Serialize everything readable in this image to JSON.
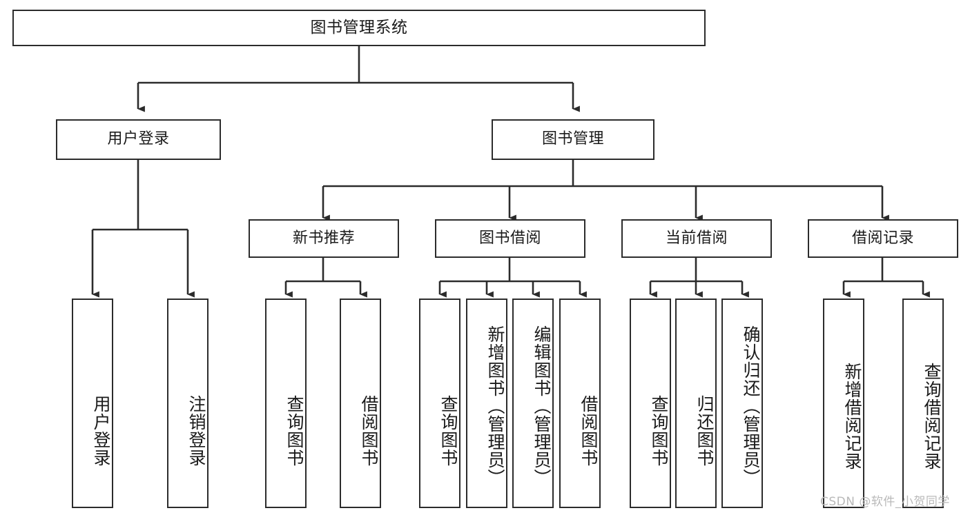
{
  "diagram": {
    "title": "图书管理系统",
    "type": "hierarchy-tree",
    "root": {
      "id": "root",
      "label": "图书管理系统"
    },
    "level2": [
      {
        "id": "user-login",
        "label": "用户登录"
      },
      {
        "id": "book-manage",
        "label": "图书管理"
      }
    ],
    "level3": [
      {
        "id": "new-book-recommend",
        "label": "新书推荐"
      },
      {
        "id": "book-borrow",
        "label": "图书借阅"
      },
      {
        "id": "current-borrow",
        "label": "当前借阅"
      },
      {
        "id": "borrow-record",
        "label": "借阅记录"
      }
    ],
    "leaves": [
      {
        "id": "leaf-user-login",
        "label": "用户登录",
        "parent": "user-login"
      },
      {
        "id": "leaf-user-logout",
        "label": "注销登录",
        "parent": "user-login"
      },
      {
        "id": "leaf-query-book-1",
        "label": "查询图书",
        "parent": "new-book-recommend"
      },
      {
        "id": "leaf-borrow-book-1",
        "label": "借阅图书",
        "parent": "new-book-recommend"
      },
      {
        "id": "leaf-query-book-2",
        "label": "查询图书",
        "parent": "book-borrow"
      },
      {
        "id": "leaf-add-book",
        "label": "新增图书（管理员）",
        "parent": "book-borrow"
      },
      {
        "id": "leaf-edit-book",
        "label": "编辑图书（管理员）",
        "parent": "book-borrow"
      },
      {
        "id": "leaf-borrow-book-2",
        "label": "借阅图书",
        "parent": "book-borrow"
      },
      {
        "id": "leaf-query-book-3",
        "label": "查询图书",
        "parent": "current-borrow"
      },
      {
        "id": "leaf-return-book",
        "label": "归还图书",
        "parent": "current-borrow"
      },
      {
        "id": "leaf-confirm-return",
        "label": "确认归还（管理员）",
        "parent": "current-borrow"
      },
      {
        "id": "leaf-add-record",
        "label": "新增借阅记录",
        "parent": "borrow-record"
      },
      {
        "id": "leaf-query-record",
        "label": "查询借阅记录",
        "parent": "borrow-record"
      }
    ],
    "colors": {
      "stroke": "#2b2b2b",
      "background": "#ffffff",
      "text": "#1a1a1a",
      "watermark": "#b9b9b9"
    }
  },
  "watermark": {
    "text": "CSDN @软件_小贺同学"
  }
}
